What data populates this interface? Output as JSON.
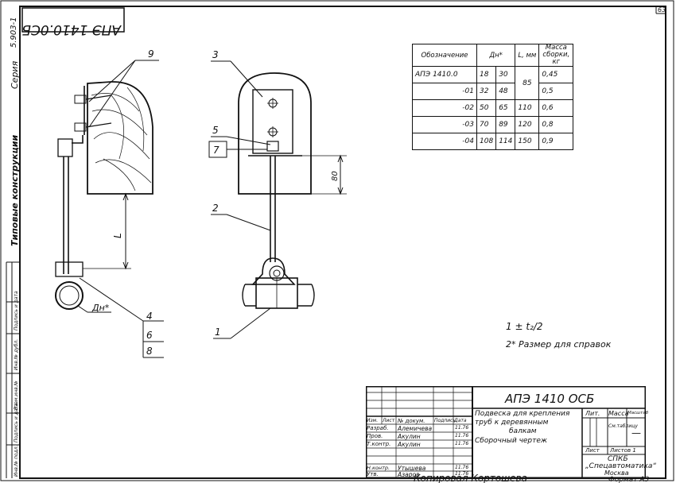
{
  "sheet": {
    "page_number": "63",
    "series_label": "Серия",
    "series_value": "5.903-1",
    "series_caption": "Типовые конструкции",
    "stamp_mirrored": "АПЭ 1410.0СБ",
    "bottom_copy": "Копировал Кортошева",
    "format": "Формат А3"
  },
  "side_columns": [
    "Инв.№ подл.",
    "Подпись и дата",
    "Взам.инв.№",
    "Инв.№ дубл.",
    "Подпись и дата"
  ],
  "callouts": [
    "9",
    "3",
    "5",
    "7",
    "2",
    "4",
    "6",
    "8",
    "1"
  ],
  "dims": {
    "L": "L",
    "h80": "80",
    "dn": "Дн*"
  },
  "notes": {
    "n1": "1 ± t₂/2",
    "n2": "2* Размер для справок"
  },
  "table": {
    "headers": [
      "Обозначение",
      "Дн*",
      "L, мм",
      "Масса сборки, кг"
    ],
    "rows": [
      {
        "designation": "АПЭ 1410.0",
        "dn1": "18",
        "dn2": "30",
        "l": "85",
        "mass": "0,45"
      },
      {
        "designation": "-01",
        "dn1": "32",
        "dn2": "48",
        "l": "",
        "mass": "0,5"
      },
      {
        "designation": "-02",
        "dn1": "50",
        "dn2": "65",
        "l": "110",
        "mass": "0,6"
      },
      {
        "designation": "-03",
        "dn1": "70",
        "dn2": "89",
        "l": "120",
        "mass": "0,8"
      },
      {
        "designation": "-04",
        "dn1": "108",
        "dn2": "114",
        "l": "150",
        "mass": "0,9"
      }
    ]
  },
  "title_block": {
    "doc_code": "АПЭ 1410 ОСБ",
    "name_line1": "Подвеска для крепления",
    "name_line2": "труб к деревянным",
    "name_line3": "балкам",
    "name_line4": "Сборочный чертеж",
    "lit": "Лит.",
    "massa": "Масса",
    "scale": "Масштаб",
    "mass_value": "См.таблицу",
    "scale_value": "—",
    "sheet": "Лист",
    "sheets": "Листов 1",
    "org1": "СПКБ",
    "org2": "„Спецавтоматика“",
    "org3": "Москва",
    "header_row": [
      "Изм.",
      "Лист",
      "№ докум.",
      "Подпись",
      "Дата"
    ],
    "people": [
      {
        "role": "Разраб.",
        "name": "Алемичева",
        "date": "11.76"
      },
      {
        "role": "Пров.",
        "name": "Акулин",
        "date": "11.76"
      },
      {
        "role": "Т.контр.",
        "name": "Акулин",
        "date": "11.76"
      },
      {
        "role": "Н.контр.",
        "name": "Утышева",
        "date": "11.76"
      },
      {
        "role": "Утв.",
        "name": "Азаров",
        "date": "11.76"
      }
    ]
  }
}
